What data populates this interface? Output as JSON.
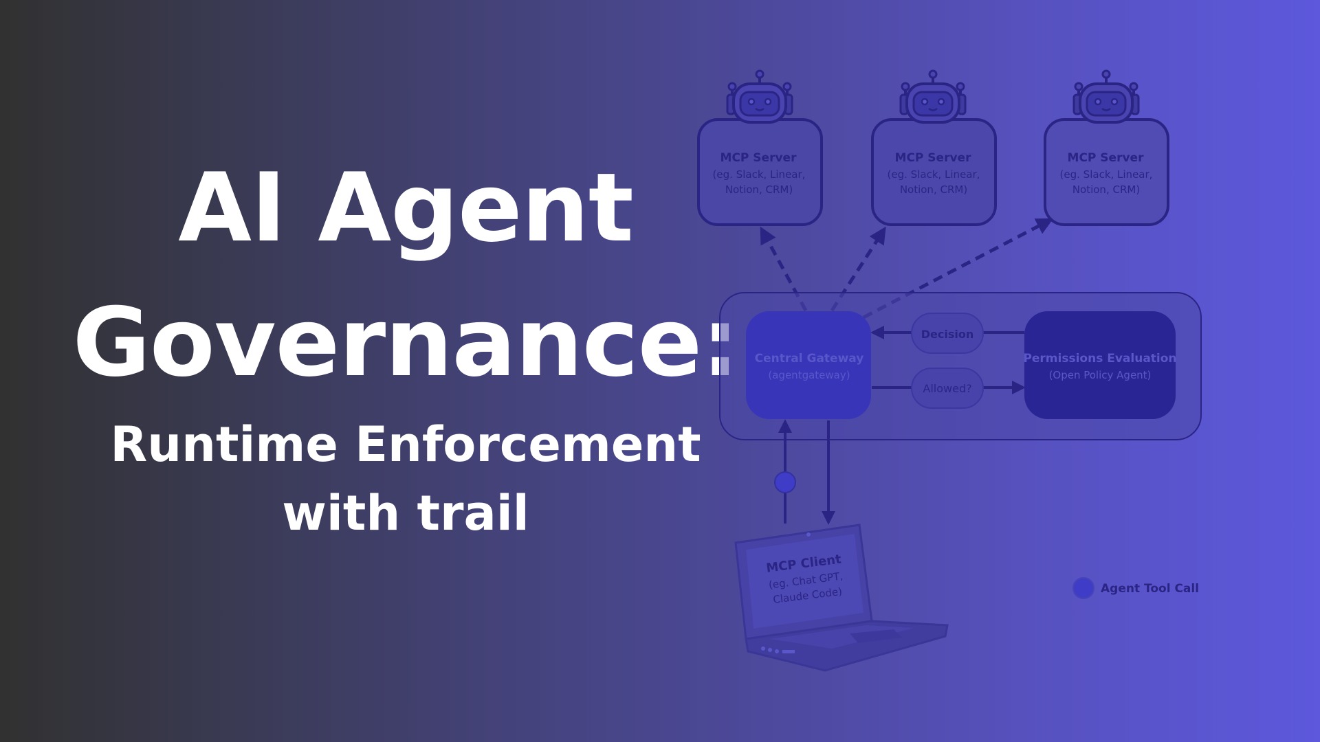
{
  "title": {
    "line1": "AI Agent",
    "line2": "Governance:",
    "subtitle_line1": "Runtime Enforcement",
    "subtitle_line2": "with trail"
  },
  "diagram": {
    "servers": [
      {
        "label": "MCP Server",
        "detail1": "(eg. Slack, Linear,",
        "detail2": "Notion, CRM)",
        "icon": "robot-icon"
      },
      {
        "label": "MCP Server",
        "detail1": "(eg. Slack, Linear,",
        "detail2": "Notion, CRM)",
        "icon": "robot-icon"
      },
      {
        "label": "MCP Server",
        "detail1": "(eg. Slack, Linear,",
        "detail2": "Notion, CRM)",
        "icon": "robot-icon"
      }
    ],
    "gateway": {
      "label": "Central Gateway",
      "detail": "(agentgateway)"
    },
    "permissions": {
      "label": "Permissions Evaluation",
      "detail": "(Open Policy Agent)"
    },
    "decision_label": "Decision",
    "allowed_label": "Allowed?",
    "client": {
      "label": "MCP Client",
      "detail1": "(eg. Chat GPT,",
      "detail2": "Claude Code)",
      "icon": "laptop-icon"
    },
    "legend": {
      "label": "Agent Tool Call",
      "icon": "tool-call-dot-icon"
    }
  },
  "colors": {
    "outline": "#2a2585",
    "gateway_fill": "#3835b9",
    "permissions_fill": "#2a2594",
    "pill_fill": "#4641a8",
    "dot": "#3f3cc8",
    "title_text": "#ffffff"
  }
}
